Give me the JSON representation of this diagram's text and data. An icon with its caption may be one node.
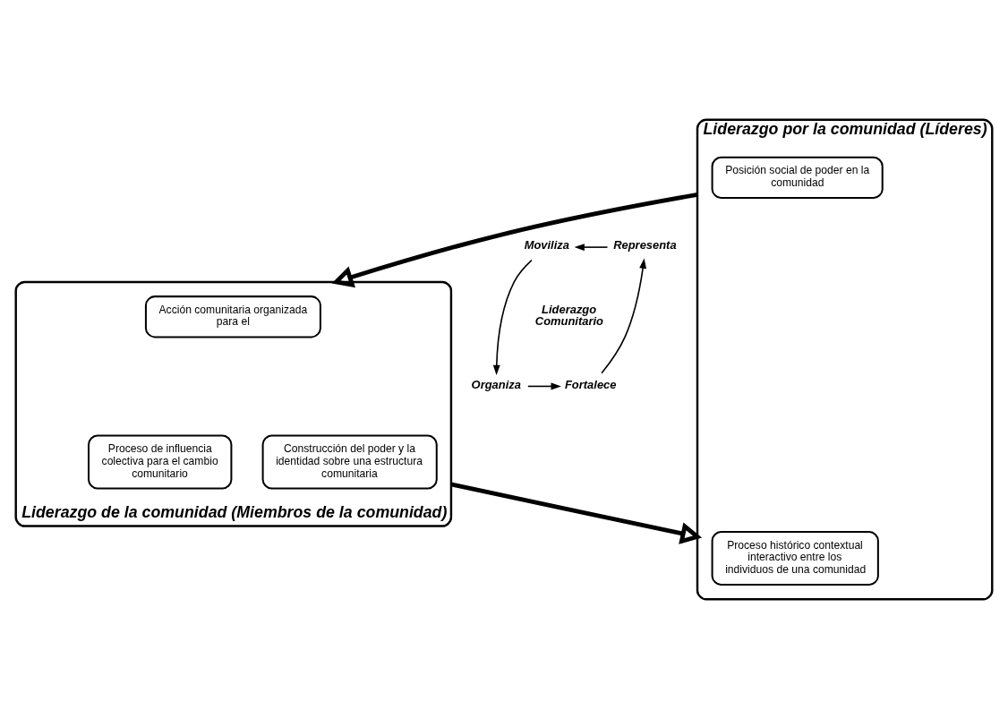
{
  "diagram": {
    "nodes": [
      {
        "text": [
          "Liderazgo por la comunidad (Líderes)"
        ]
      },
      {
        "text": [
          "Posición social de poder en la comunidad"
        ],
        "in": 0
      },
      {
        "text": [
          "Proceso histórico contextual interactivo entre los individuos de una comunidad"
        ],
        "in": 0
      },
      {
        "text": [
          "Moviliza"
        ]
      },
      {
        "text": [
          "Representa"
        ]
      },
      {
        "text": [
          "Organiza"
        ]
      },
      {
        "text": [
          "Fortalece"
        ]
      },
      {
        "text": [
          "Liderazgo de la comunidad (Miembros de la comunidad)"
        ]
      },
      {
        "text": [
          "Acción comunitaria organizada para el"
        ],
        "in": 7
      },
      {
        "text": [
          "Proceso de influencia colectiva para el cambio comunitario"
        ],
        "in": 7
      },
      {
        "text": [
          "Construcción del poder y la identidad sobre una estructura comunitaria"
        ],
        "in": 7
      }
    ],
    "edges": [
      {
        "from": 4,
        "to": 3,
        "arrow": "to"
      },
      {
        "from": 3,
        "to": 5,
        "arrow": "to"
      },
      {
        "from": 5,
        "to": 6,
        "arrow": "to"
      },
      {
        "from": 6,
        "to": 4,
        "arrow": "to"
      },
      {
        "from": 0,
        "to": 7,
        "arrow": "to",
        "style": "thick"
      },
      {
        "from": 7,
        "to": 0,
        "arrow": "to",
        "style": "thick"
      }
    ],
    "labels": [
      "Liderazgo Comunitario"
    ]
  }
}
